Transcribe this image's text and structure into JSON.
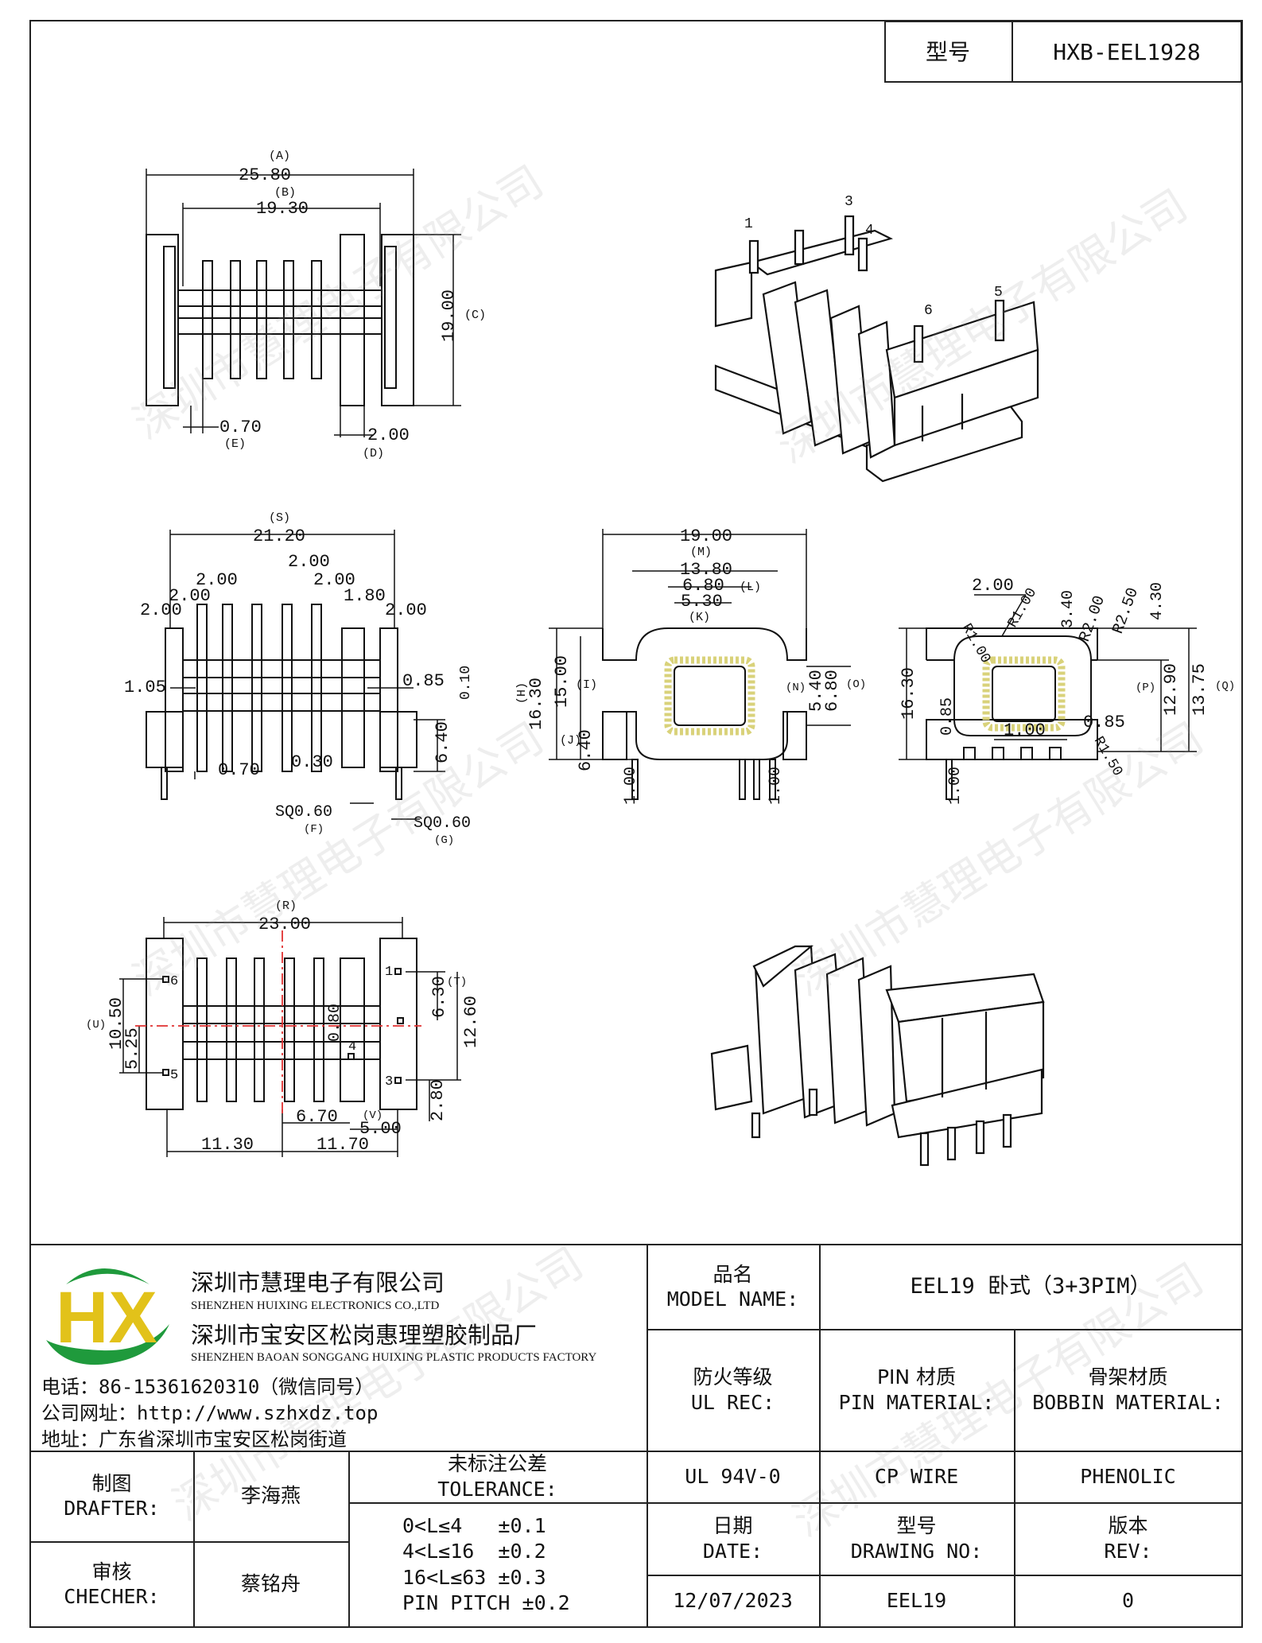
{
  "header": {
    "model_label": "型号",
    "model_value": "HXB-EEL1928"
  },
  "drawing": {
    "top_view": {
      "labels": [
        "(A)",
        "25.80",
        "(B)",
        "19.30",
        "19.00",
        "(C)",
        "0.70",
        "(E)",
        "2.00",
        "(D)"
      ]
    },
    "iso_top": {
      "pins": [
        "1",
        "3",
        "4",
        "5",
        "6"
      ]
    },
    "side_view": {
      "labels": [
        "(S)",
        "21.20",
        "2.00",
        "2.00",
        "2.00",
        "2.00",
        "2.00",
        "1.80",
        "2.00",
        "1.05",
        "0.85",
        "0.10",
        "6.40",
        "0.70",
        "0.30",
        "SQ0.60",
        "(F)",
        "SQ0.60",
        "(G)"
      ]
    },
    "front_view": {
      "labels": [
        "19.00",
        "(M)",
        "13.80",
        "6.80",
        "(L)",
        "5.30",
        "(K)",
        "16.30",
        "(H)",
        "15.00",
        "(I)",
        "6.40",
        "(J)",
        "5.40",
        "(N)",
        "6.80",
        "(O)",
        "1.00",
        "1.00"
      ]
    },
    "end_view": {
      "labels": [
        "2.00",
        "R1.00",
        "3.40",
        "R2.00",
        "R2.50",
        "4.30",
        "R1.00",
        "16.30",
        "0.85",
        "1.00",
        "0.85",
        "12.90",
        "(P)",
        "13.75",
        "(Q)",
        "R1.50",
        "1.00"
      ]
    },
    "bottom_view": {
      "labels": [
        "(R)",
        "23.00",
        "6",
        "5",
        "1",
        "4",
        "3",
        "6.30",
        "(T)",
        "12.60",
        "10.50",
        "(U)",
        "5.25",
        "0.80",
        "2.80",
        "6.70",
        "(V)",
        "5.00",
        "11.30",
        "11.70"
      ]
    }
  },
  "watermark": "深圳市慧理电子有限公司",
  "company": {
    "logo_letters": "HX",
    "name_1": "深圳市慧理电子有限公司",
    "name_1_en": "SHENZHEN HUIXING ELECTRONICS CO.,LTD",
    "name_2": "深圳市宝安区松岗惠理塑胶制品厂",
    "name_2_en": "SHENZHEN BAOAN SONGGANG HUIXING PLASTIC PRODUCTS FACTORY",
    "phone": "电话：86-15361620310（微信同号）",
    "website": "公司网址：http://www.szhxdz.top",
    "address": "地址：广东省深圳市宝安区松岗街道"
  },
  "title_block": {
    "model_name_cn": "品名",
    "model_name_en": "MODEL NAME:",
    "model_name_value": "EEL19 卧式（3+3PIM）",
    "fire_cn": "防火等级",
    "fire_en": "UL REC:",
    "pin_cn": "PIN 材质",
    "pin_en": "PIN MATERIAL:",
    "bobbin_cn": "骨架材质",
    "bobbin_en": "BOBBIN MATERIAL:",
    "fire_value": "UL 94V-0",
    "pin_value": "CP WIRE",
    "bobbin_value": "PHENOLIC",
    "drafter_cn": "制图",
    "drafter_en": "DRAFTER:",
    "drafter_name": "李海燕",
    "checker_cn": "审核",
    "checker_en": "CHECHER:",
    "checker_name": "蔡铭舟",
    "tolerance_cn": "未标注公差",
    "tolerance_en": "TOLERANCE:",
    "tolerances": [
      "0<L≤4   ±0.1",
      "4<L≤16  ±0.2",
      "16<L≤63 ±0.3",
      "PIN PITCH ±0.2"
    ],
    "date_cn": "日期",
    "date_en": "DATE:",
    "date_value": "12/07/2023",
    "drawing_no_cn": "型号",
    "drawing_no_en": "DRAWING NO:",
    "drawing_no_value": "EEL19",
    "rev_cn": "版本",
    "rev_en": "REV:",
    "rev_value": "0"
  },
  "colors": {
    "logo_green": "#1f9a3c",
    "logo_yellow": "#e2c21a",
    "center_line": "#e03030",
    "window_hatch": "#d9d27a"
  }
}
